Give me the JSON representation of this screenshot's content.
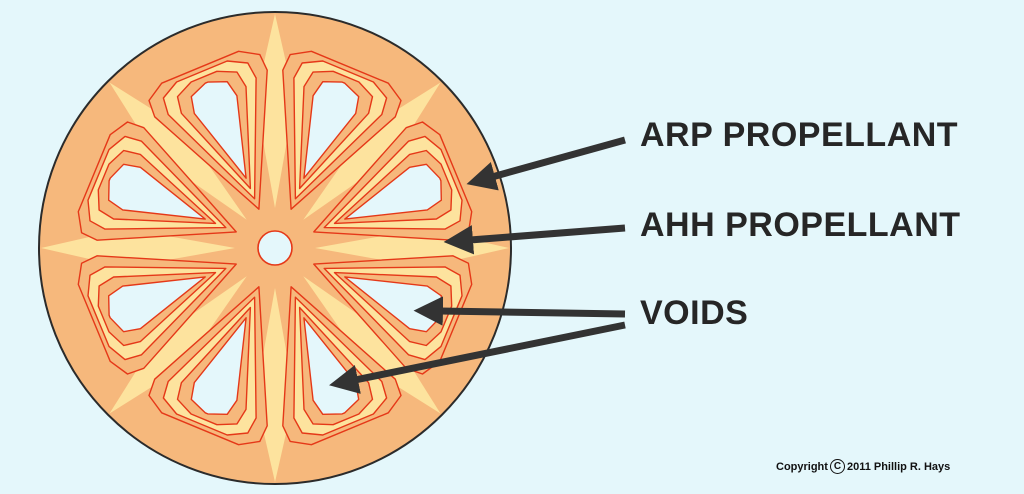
{
  "labels": {
    "arp": "ARP PROPELLANT",
    "ahh": "AHH PROPELLANT",
    "voids": "VOIDS"
  },
  "copyright": {
    "prefix": "Copyright",
    "symbol": "C",
    "text": "2011 Phillip R. Hays"
  },
  "colors": {
    "background": "#e4f7fb",
    "arp_propellant": "#f6b87c",
    "ahh_propellant": "#fde39e",
    "void": "#e4f7fb",
    "outline": "#e53818",
    "arrow": "#333333"
  },
  "grain": {
    "spokes": 8,
    "void_sectors": 8,
    "inhibitor_bands": 3
  }
}
